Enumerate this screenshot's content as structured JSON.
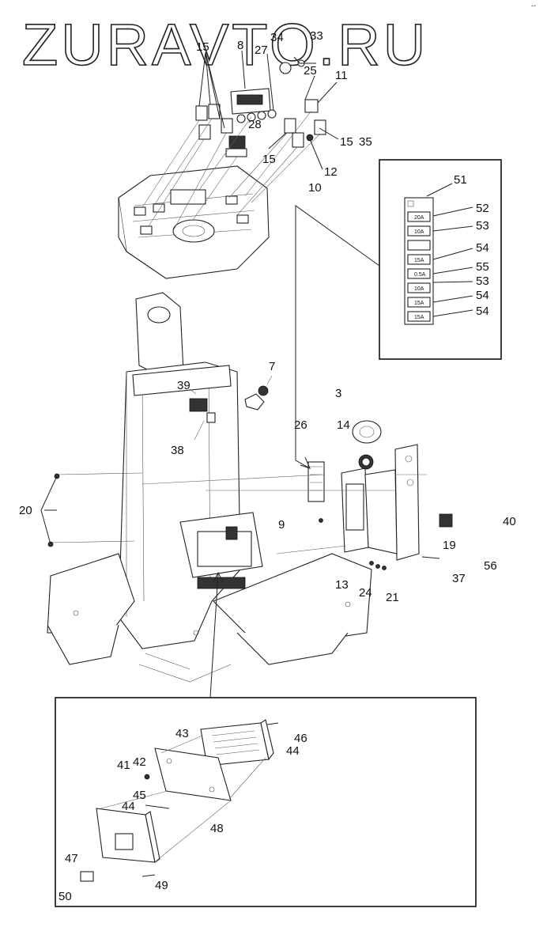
{
  "watermark": "ZURAVTO.RU",
  "corner_mark": "--",
  "callouts": {
    "c3": "3",
    "c7": "7",
    "c8": "8",
    "c9": "9",
    "c10": "10",
    "c11": "11",
    "c12": "12",
    "c13": "13",
    "c14": "14",
    "c15a": "15",
    "c15b": "15",
    "c15c": "15",
    "c19": "19",
    "c20": "20",
    "c21": "21",
    "c24": "24",
    "c25": "25",
    "c26": "26",
    "c27": "27",
    "c28": "28",
    "c33": "33",
    "c34": "34",
    "c35": "35",
    "c37": "37",
    "c38": "38",
    "c39": "39",
    "c40": "40",
    "c41": "41",
    "c42": "42",
    "c43": "43",
    "c44a": "44",
    "c44b": "44",
    "c45": "45",
    "c46": "46",
    "c47": "47",
    "c48": "48",
    "c49": "49",
    "c50": "50",
    "c51": "51",
    "c52": "52",
    "c53a": "53",
    "c53b": "53",
    "c54a": "54",
    "c54b": "54",
    "c54c": "54",
    "c55": "55",
    "c56": "56"
  },
  "fuses": {
    "f1": "20A",
    "f2": "10A",
    "f3": "",
    "f4": "15A",
    "f5": "0.5A",
    "f6": "10A",
    "f7": "15A",
    "f8": "15A"
  }
}
